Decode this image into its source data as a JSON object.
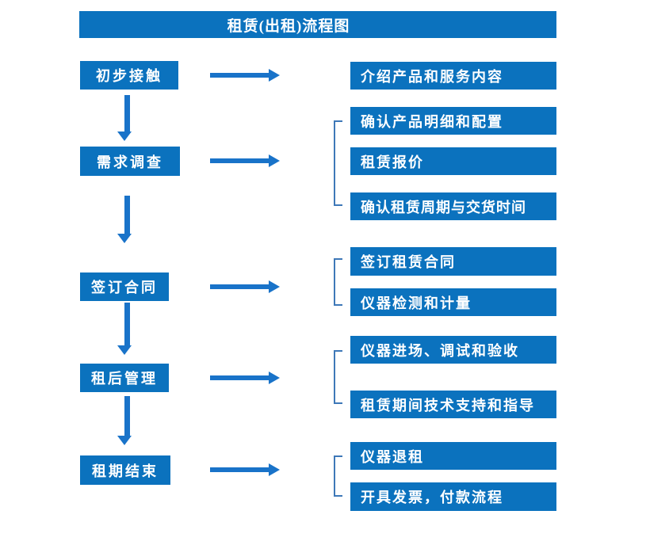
{
  "title": "租赁(出租)流程图",
  "colors": {
    "box": "#0B72BE",
    "arrow": "#1973C9",
    "bracket": "#3E78B8",
    "text": "#FFFFFF"
  },
  "steps": [
    {
      "label": "初步接触",
      "details": [
        "介绍产品和服务内容"
      ]
    },
    {
      "label": "需求调查",
      "details": [
        "确认产品明细和配置",
        "租赁报价",
        "确认租赁周期与交货时间"
      ]
    },
    {
      "label": "签订合同",
      "details": [
        "签订租赁合同",
        "仪器检测和计量"
      ]
    },
    {
      "label": "租后管理",
      "details": [
        "仪器进场、调试和验收",
        "租赁期间技术支持和指导"
      ]
    },
    {
      "label": "租期结束",
      "details": [
        "仪器退租",
        "开具发票，付款流程"
      ]
    }
  ]
}
